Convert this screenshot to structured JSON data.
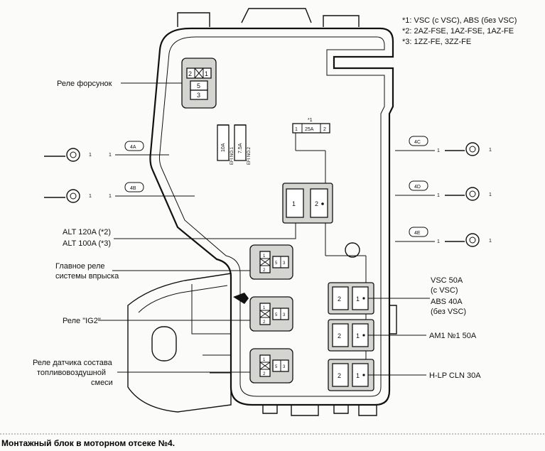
{
  "notes": {
    "n1": "*1: VSC (с VSC), ABS (без VSC)",
    "n2": "*2: 2AZ-FSE, 1AZ-FSE, 1AZ-FE",
    "n3": "*3: 1ZZ-FE, 3ZZ-FE"
  },
  "labels": {
    "injector_relay": "Реле форсунок",
    "alt_120": "ALT 120A (*2)",
    "alt_100": "ALT 100A (*3)",
    "main_relay_1": "Главное реле",
    "main_relay_2": "системы впрыска",
    "ig2_relay": "Реле \"IG2\"",
    "af_relay_1": "Реле датчика состава",
    "af_relay_2": "топливовоздушной",
    "af_relay_3": "смеси",
    "vsc_1": "VSC 50A",
    "vsc_2": "(с VSC)",
    "abs_1": "ABS 40A",
    "abs_2": "(без VSC)",
    "am1": "AM1 №1 50A",
    "hlp": "H-LP CLN 30A"
  },
  "connectors": {
    "c4a": "4A",
    "c4b": "4B",
    "c4c": "4C",
    "c4d": "4D",
    "c4e": "4E",
    "pin1": "1"
  },
  "fuses": {
    "efi1_amp": "10A",
    "efi1_name": "EFI NO.1",
    "efi2_amp": "7.5A",
    "efi2_name": "EFI NO.2",
    "mark": "*1",
    "f25": "25A",
    "left": "1",
    "right": "2"
  },
  "pins": {
    "p1": "1",
    "p2": "2",
    "p3": "3",
    "p5": "5"
  },
  "caption": "Монтажный блок в моторном отсеке №4."
}
